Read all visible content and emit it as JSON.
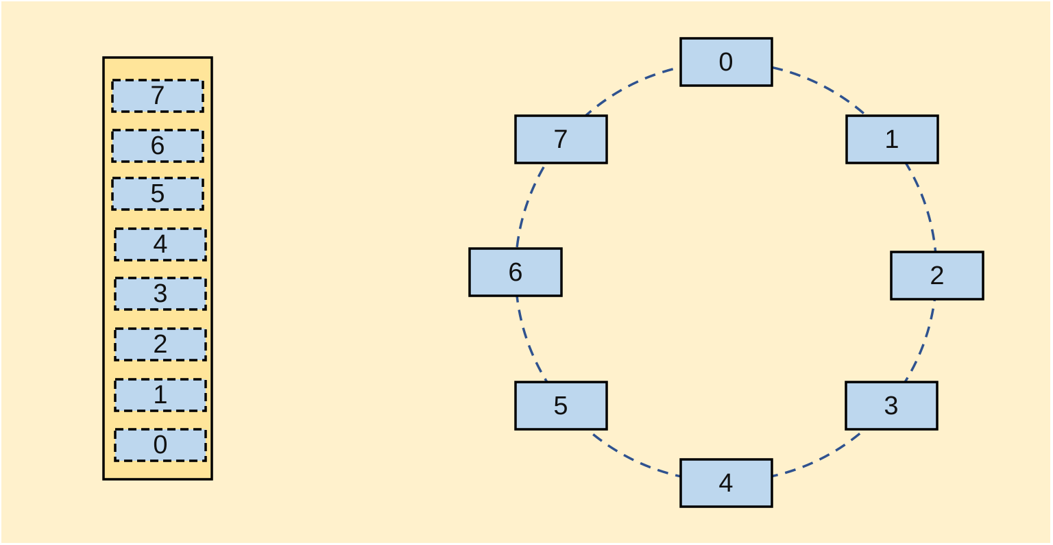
{
  "colors": {
    "background": "#fff1cc",
    "stack_fill": "#ffe59a",
    "box_fill": "#bdd7ee",
    "outline": "#000000",
    "ring": "#2f528f"
  },
  "stack": {
    "items": [
      "7",
      "6",
      "5",
      "4",
      "3",
      "2",
      "1",
      "0"
    ]
  },
  "ring": {
    "nodes": [
      "0",
      "1",
      "2",
      "3",
      "4",
      "5",
      "6",
      "7"
    ]
  }
}
